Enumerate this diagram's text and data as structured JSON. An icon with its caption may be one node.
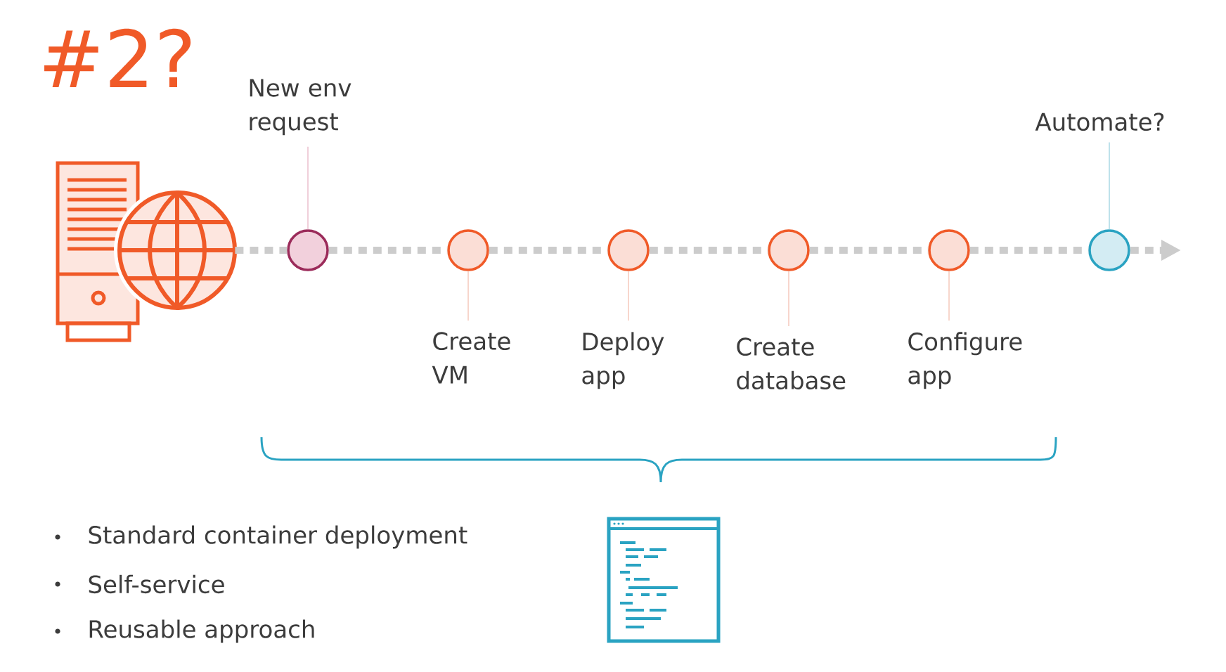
{
  "diagram": {
    "title": "#2?",
    "nodes": [
      {
        "text": [],
        "shape": "picture"
      },
      {
        "text": [],
        "shape": "circle"
      },
      {
        "text": [],
        "shape": "circle"
      },
      {
        "text": [],
        "shape": "circle"
      },
      {
        "text": [],
        "shape": "circle"
      },
      {
        "text": [],
        "shape": "circle"
      },
      {
        "text": [],
        "shape": "circle"
      },
      {
        "text": [
          "New env request"
        ]
      },
      {
        "text": [
          "Create VM"
        ]
      },
      {
        "text": [
          "Deploy app"
        ]
      },
      {
        "text": [
          "Create database"
        ]
      },
      {
        "text": [
          "Configure app"
        ]
      },
      {
        "text": [
          "Automate?"
        ]
      }
    ],
    "edges": [
      {
        "from": 0,
        "to": 1,
        "arrow": "none",
        "style": "dashed"
      },
      {
        "from": 1,
        "to": 2,
        "arrow": "none",
        "style": "dashed"
      },
      {
        "from": 2,
        "to": 3,
        "arrow": "none",
        "style": "dashed"
      },
      {
        "from": 3,
        "to": 4,
        "arrow": "none",
        "style": "dashed"
      },
      {
        "from": 4,
        "to": 5,
        "arrow": "none",
        "style": "dashed"
      },
      {
        "from": 5,
        "to": 6,
        "arrow": "none",
        "style": "dashed"
      },
      {
        "from": 6,
        "to": null,
        "arrow": "to",
        "style": "dashed"
      },
      {
        "from": 7,
        "to": 1,
        "arrow": "none",
        "color": "#eecad6"
      },
      {
        "from": 8,
        "to": 2,
        "arrow": "none",
        "color": "#f7d2c7"
      },
      {
        "from": 9,
        "to": 3,
        "arrow": "none",
        "color": "#f7d2c7"
      },
      {
        "from": 10,
        "to": 4,
        "arrow": "none",
        "color": "#f7d2c7"
      },
      {
        "from": 11,
        "to": 5,
        "arrow": "none",
        "color": "#f7d2c7"
      },
      {
        "from": 12,
        "to": 6,
        "arrow": "none",
        "color": "#b8dfe9"
      }
    ],
    "labels": [
      "Standard container deployment",
      "Self-service",
      "Reusable approach"
    ]
  }
}
